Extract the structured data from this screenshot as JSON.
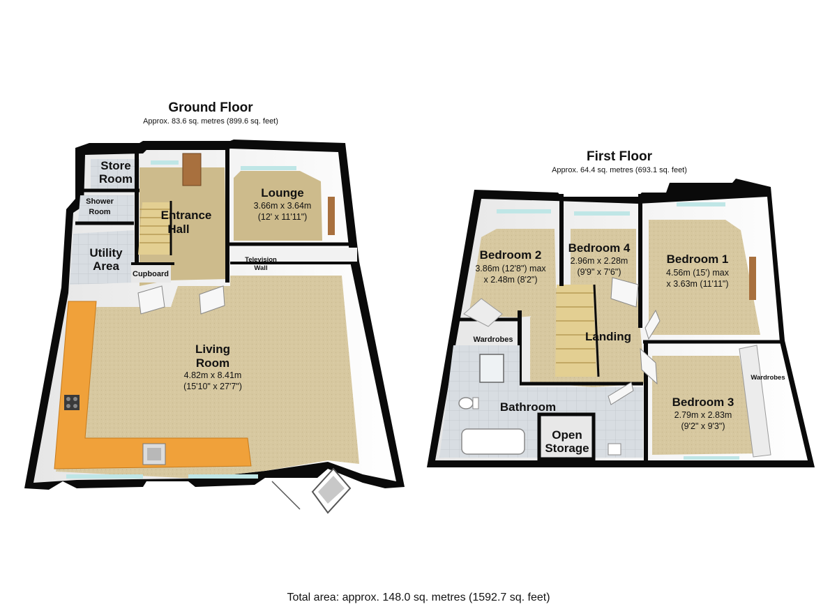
{
  "colors": {
    "carpet": "#d7c8a0",
    "hall_floor": "#cdbb8c",
    "tile_floor": "#d8dde2",
    "wall_top": "#0a0a0a",
    "wall_face": "#f4f4f4",
    "window": "#bfe6e6",
    "kitchen": "#f0a13a",
    "door": "#a8703e"
  },
  "ground_floor": {
    "title": "Ground Floor",
    "area": "Approx. 83.6 sq. metres (899.6 sq. feet)",
    "rooms": {
      "store_room": {
        "name_line1": "Store",
        "name_line2": "Room"
      },
      "shower_room": {
        "name_line1": "Shower",
        "name_line2": "Room"
      },
      "utility_area": {
        "name_line1": "Utility",
        "name_line2": "Area"
      },
      "entrance_hall": {
        "name_line1": "Entrance",
        "name_line2": "Hall"
      },
      "cupboard": {
        "name": "Cupboard"
      },
      "lounge": {
        "name": "Lounge",
        "dims_metric": "3.66m x 3.64m",
        "dims_imperial": "(12' x 11'11\")"
      },
      "television_wall": {
        "name_line1": "Television",
        "name_line2": "Wall"
      },
      "living_room": {
        "name_line1": "Living",
        "name_line2": "Room",
        "dims_metric": "4.82m x 8.41m",
        "dims_imperial": "(15'10\" x 27'7\")"
      }
    }
  },
  "first_floor": {
    "title": "First Floor",
    "area": "Approx. 64.4 sq. metres (693.1 sq. feet)",
    "rooms": {
      "bedroom_2": {
        "name": "Bedroom 2",
        "dims_line1": "3.86m (12'8\") max",
        "dims_line2": "x 2.48m (8'2\")"
      },
      "bedroom_4": {
        "name": "Bedroom 4",
        "dims_line1": "2.96m x 2.28m",
        "dims_line2": "(9'9\" x 7'6\")"
      },
      "bedroom_1": {
        "name": "Bedroom 1",
        "dims_line1": "4.56m (15') max",
        "dims_line2": "x 3.63m (11'11\")"
      },
      "landing": {
        "name": "Landing"
      },
      "wardrobes_left": {
        "name": "Wardrobes"
      },
      "wardrobes_right": {
        "name": "Wardrobes"
      },
      "bathroom": {
        "name": "Bathroom"
      },
      "open_storage": {
        "name_line1": "Open",
        "name_line2": "Storage"
      },
      "bedroom_3": {
        "name": "Bedroom 3",
        "dims_line1": "2.79m x 2.83m",
        "dims_line2": "(9'2\" x 9'3\")"
      }
    }
  },
  "total_area": "Total area: approx. 148.0 sq. metres (1592.7 sq. feet)"
}
